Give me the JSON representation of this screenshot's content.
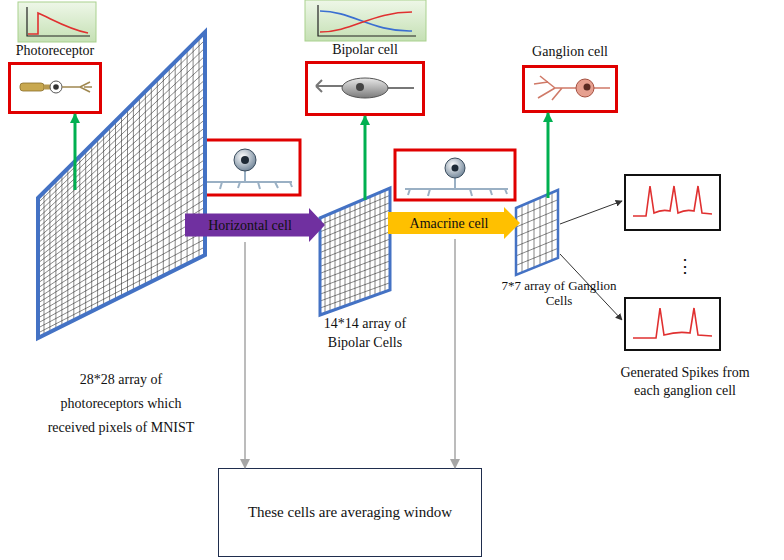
{
  "diagram": {
    "nodes": [
      {
        "text": [
          "Photoreceptor"
        ]
      },
      {
        "text": [
          "Bipolar cell"
        ]
      },
      {
        "text": [
          "Ganglion cell"
        ]
      },
      {
        "text": [
          "28*28 array of photoreceptors which received pixels of MNIST"
        ]
      },
      {
        "text": [
          "Horizontal cell"
        ]
      },
      {
        "text": [
          "14*14 array of Bipolar Cells"
        ]
      },
      {
        "text": [
          "Amacrine cell"
        ]
      },
      {
        "text": [
          "7*7 array of Ganglion Cells"
        ]
      },
      {
        "text": [
          "These cells are averaging window"
        ]
      }
    ],
    "edges": [
      {
        "from": 3,
        "to": 0,
        "arrow": "to"
      },
      {
        "from": 5,
        "to": 1,
        "arrow": "to"
      },
      {
        "from": 7,
        "to": 2,
        "arrow": "to"
      },
      {
        "from": 4,
        "to": 8,
        "arrow": "to"
      },
      {
        "from": 6,
        "to": 8,
        "arrow": "to"
      }
    ],
    "labels": [
      "⋮",
      "Generated Spikes from each ganglion cell"
    ]
  }
}
